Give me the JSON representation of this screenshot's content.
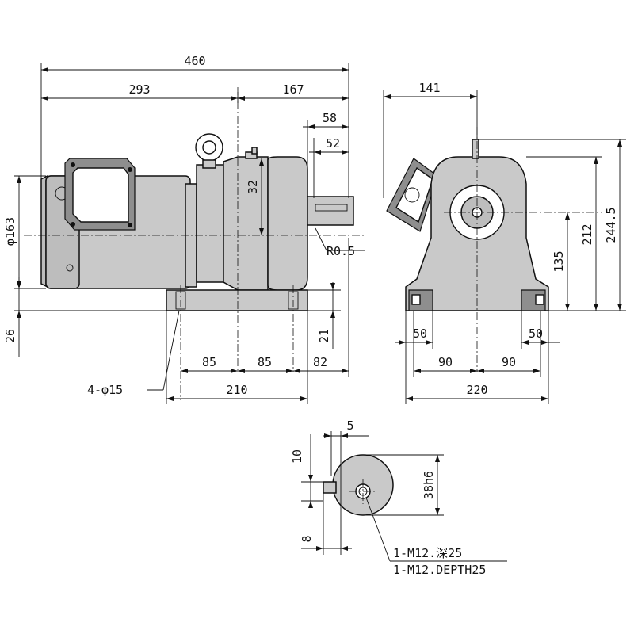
{
  "drawing": {
    "overall_length": "460",
    "motor_length": "293",
    "gear_length": "167",
    "shaft_58": "58",
    "shaft_52": "52",
    "offset_32": "32",
    "radius": "R0.5",
    "motor_diameter": "φ163",
    "base_height": "26",
    "foot_height": "21",
    "foot_85_a": "85",
    "foot_85_b": "85",
    "shaft_82": "82",
    "base_length": "210",
    "bolt_holes": "4-φ15",
    "side_width": "141",
    "height_2445": "244.5",
    "height_212": "212",
    "shaft_height": "135",
    "foot_50_a": "50",
    "foot_50_b": "50",
    "half_90_a": "90",
    "half_90_b": "90",
    "base_width": "220",
    "key_width": "5",
    "key_10": "10",
    "key_8": "8",
    "shaft_dia": "38h6",
    "tap_jp": "1-M12.深25",
    "tap_en": "1-M12.DEPTH25"
  }
}
